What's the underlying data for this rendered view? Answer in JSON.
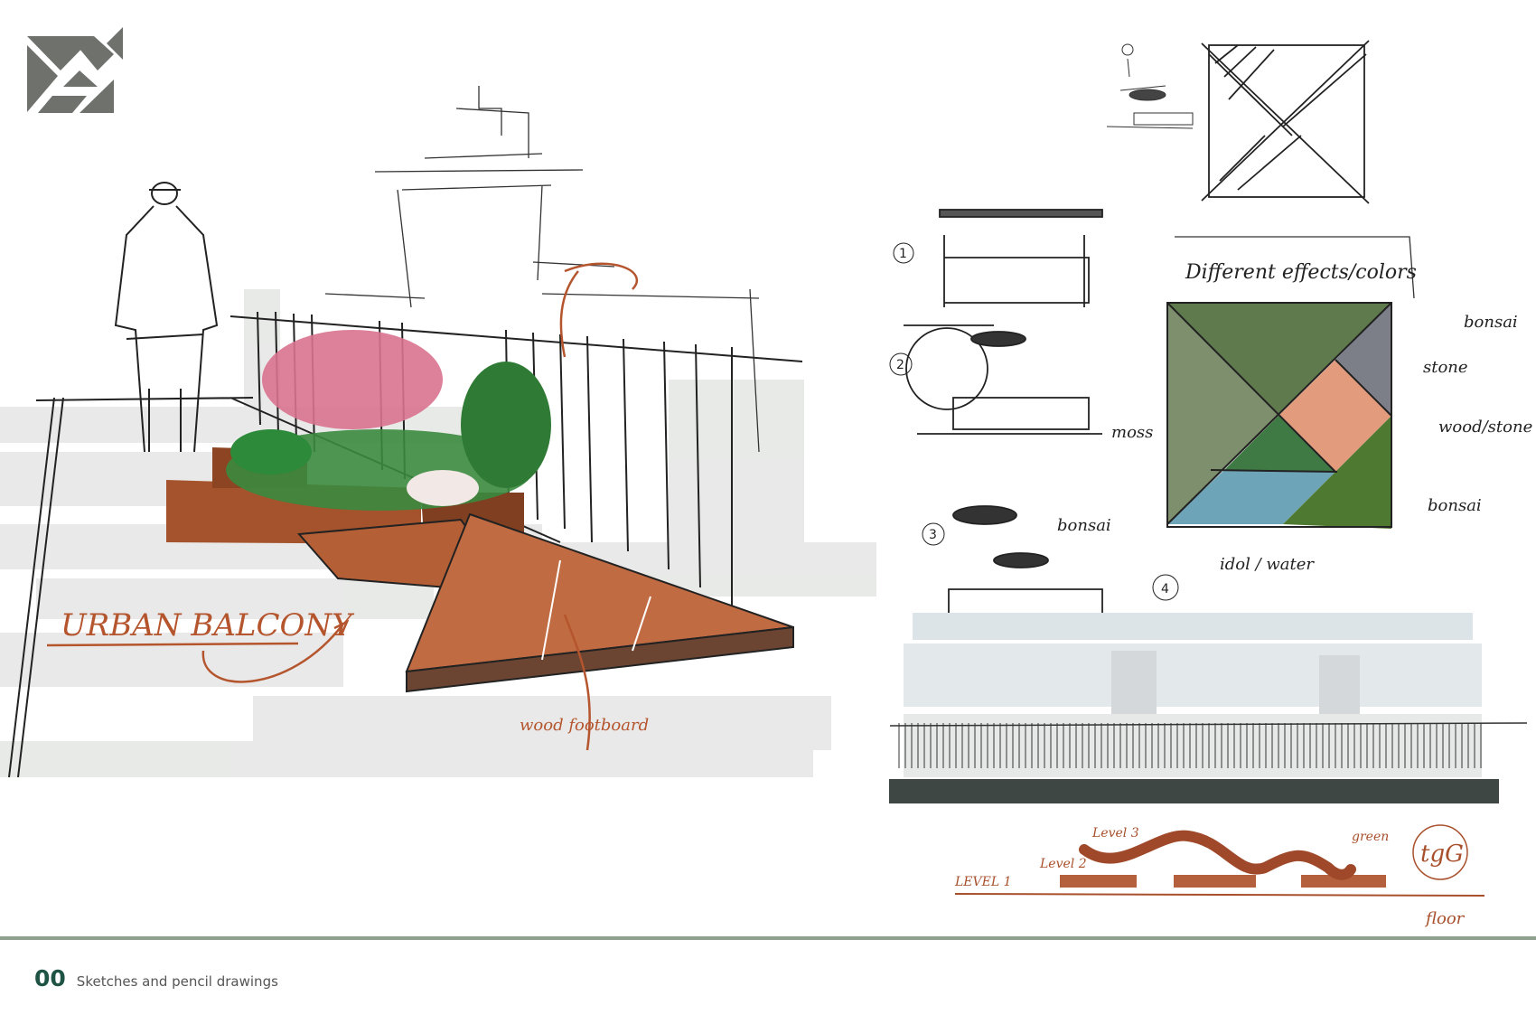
{
  "footer": {
    "page_number": "00",
    "section_title": "Sketches and pencil drawings"
  },
  "colors": {
    "accent_green": "#1f5444",
    "rule": "#8fa08f",
    "marker_brown": "#b5552e",
    "logo_gray": "#6e716c"
  },
  "sketch_labels": {
    "title": "URBAN BALCONY",
    "wood": "wood footboard",
    "effects": "Different effects/colors",
    "bonsai_top": "bonsai",
    "stone": "stone",
    "wood_stone": "wood/stone",
    "bonsai_right": "bonsai",
    "idol_water": "idol / water",
    "moss": "moss",
    "bonsai_left": "bonsai",
    "step1": "1",
    "step2": "2",
    "step3": "3",
    "step4": "4",
    "level1": "LEVEL 1",
    "level2": "Level 2",
    "level3": "Level 3",
    "green": "green",
    "floor": "floor",
    "tgg": "tgG"
  }
}
